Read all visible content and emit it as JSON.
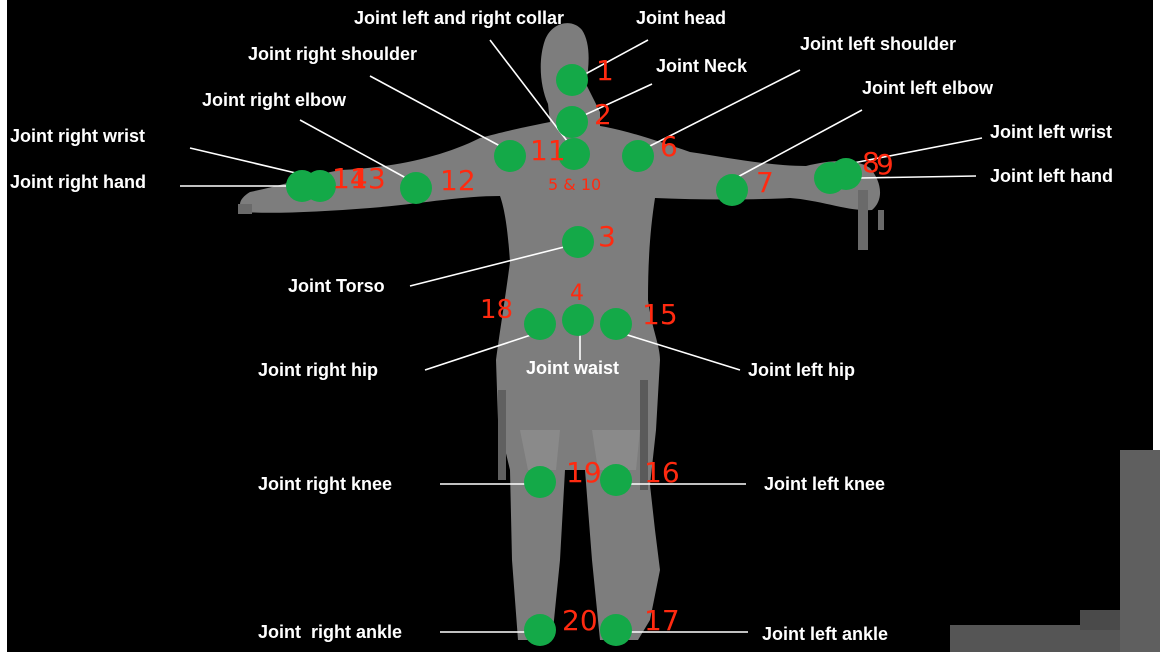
{
  "colors": {
    "background": "#000000",
    "silhouette": "#8c8c8c",
    "joint": "#14a948",
    "number": "#ff2a10",
    "label": "#ffffff"
  },
  "joints": [
    {
      "id": "head",
      "label": "Joint head",
      "number": "1"
    },
    {
      "id": "neck",
      "label": "Joint Neck",
      "number": "2"
    },
    {
      "id": "collar",
      "label": "Joint left and right collar",
      "number": "5 & 10"
    },
    {
      "id": "right-shoulder",
      "label": "Joint right shoulder",
      "number": "11"
    },
    {
      "id": "left-shoulder",
      "label": "Joint left shoulder",
      "number": "6"
    },
    {
      "id": "right-elbow",
      "label": "Joint right elbow",
      "number": "12"
    },
    {
      "id": "left-elbow",
      "label": "Joint left elbow",
      "number": "7"
    },
    {
      "id": "right-wrist",
      "label": "Joint right wrist",
      "number": "13"
    },
    {
      "id": "right-hand",
      "label": "Joint right hand",
      "number": "14"
    },
    {
      "id": "left-wrist",
      "label": "Joint left wrist",
      "number": "8"
    },
    {
      "id": "left-hand",
      "label": "Joint left hand",
      "number": "9"
    },
    {
      "id": "torso",
      "label": "Joint Torso",
      "number": "3"
    },
    {
      "id": "waist",
      "label": "Joint waist",
      "number": "4"
    },
    {
      "id": "right-hip",
      "label": "Joint right hip",
      "number": "18"
    },
    {
      "id": "left-hip",
      "label": "Joint left hip",
      "number": "15"
    },
    {
      "id": "right-knee",
      "label": "Joint right knee",
      "number": "19"
    },
    {
      "id": "left-knee",
      "label": "Joint left knee",
      "number": "16"
    },
    {
      "id": "right-ankle",
      "label": "Joint  right ankle",
      "number": "20"
    },
    {
      "id": "left-ankle",
      "label": "Joint left ankle",
      "number": "17"
    }
  ]
}
